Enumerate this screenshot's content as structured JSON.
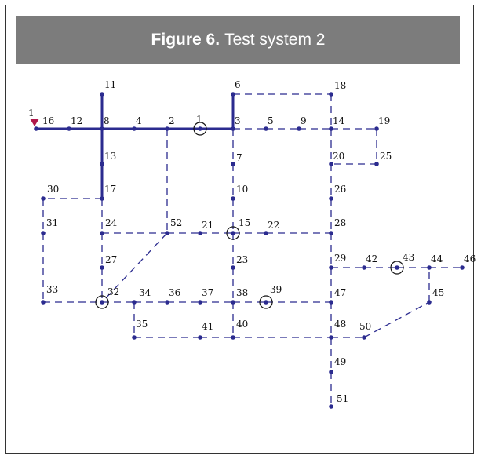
{
  "figure": {
    "label": "Figure 6.",
    "title": "Test system 2"
  },
  "source_marker": {
    "label": "1",
    "color": "#b0174a"
  },
  "colors": {
    "line": "#2b2b8f",
    "header_bg": "#7c7c7c"
  },
  "buses": [
    "1",
    "2",
    "3",
    "4",
    "5",
    "6",
    "7",
    "8",
    "9",
    "10",
    "11",
    "12",
    "13",
    "14",
    "15",
    "16",
    "17",
    "18",
    "19",
    "20",
    "21",
    "22",
    "23",
    "24",
    "25",
    "26",
    "27",
    "28",
    "29",
    "30",
    "31",
    "32",
    "33",
    "34",
    "35",
    "36",
    "37",
    "38",
    "39",
    "40",
    "41",
    "42",
    "43",
    "44",
    "45",
    "46",
    "47",
    "48",
    "49",
    "50",
    "51",
    "52"
  ],
  "circled_buses": [
    "1",
    "15",
    "32",
    "39",
    "43"
  ],
  "solid_branches": [
    [
      "16",
      "12"
    ],
    [
      "12",
      "8"
    ],
    [
      "8",
      "4"
    ],
    [
      "4",
      "2"
    ],
    [
      "2",
      "1"
    ],
    [
      "1",
      "3"
    ],
    [
      "8",
      "11"
    ],
    [
      "8",
      "13"
    ],
    [
      "13",
      "17"
    ],
    [
      "3",
      "6"
    ]
  ],
  "dashed_branches": [
    [
      "6",
      "18"
    ],
    [
      "18",
      "14"
    ],
    [
      "3",
      "5"
    ],
    [
      "5",
      "9"
    ],
    [
      "9",
      "14"
    ],
    [
      "14",
      "19"
    ],
    [
      "19",
      "25"
    ],
    [
      "25",
      "20"
    ],
    [
      "14",
      "20"
    ],
    [
      "20",
      "26"
    ],
    [
      "26",
      "28"
    ],
    [
      "28",
      "29"
    ],
    [
      "29",
      "47"
    ],
    [
      "47",
      "48"
    ],
    [
      "48",
      "49"
    ],
    [
      "49",
      "51"
    ],
    [
      "3",
      "7"
    ],
    [
      "7",
      "10"
    ],
    [
      "10",
      "15"
    ],
    [
      "15",
      "23"
    ],
    [
      "23",
      "38"
    ],
    [
      "38",
      "40"
    ],
    [
      "2",
      "52"
    ],
    [
      "52",
      "32"
    ],
    [
      "17",
      "30"
    ],
    [
      "30",
      "31"
    ],
    [
      "31",
      "33"
    ],
    [
      "33",
      "32"
    ],
    [
      "17",
      "24"
    ],
    [
      "24",
      "27"
    ],
    [
      "27",
      "32"
    ],
    [
      "24",
      "52"
    ],
    [
      "52",
      "21"
    ],
    [
      "21",
      "15"
    ],
    [
      "15",
      "22"
    ],
    [
      "22",
      "28"
    ],
    [
      "32",
      "34"
    ],
    [
      "34",
      "36"
    ],
    [
      "36",
      "37"
    ],
    [
      "37",
      "38"
    ],
    [
      "38",
      "39"
    ],
    [
      "39",
      "47"
    ],
    [
      "34",
      "35"
    ],
    [
      "35",
      "41"
    ],
    [
      "41",
      "40"
    ],
    [
      "40",
      "48"
    ],
    [
      "48",
      "50"
    ],
    [
      "50",
      "45"
    ],
    [
      "45",
      "44"
    ],
    [
      "29",
      "42"
    ],
    [
      "42",
      "43"
    ],
    [
      "43",
      "44"
    ],
    [
      "44",
      "46"
    ]
  ]
}
